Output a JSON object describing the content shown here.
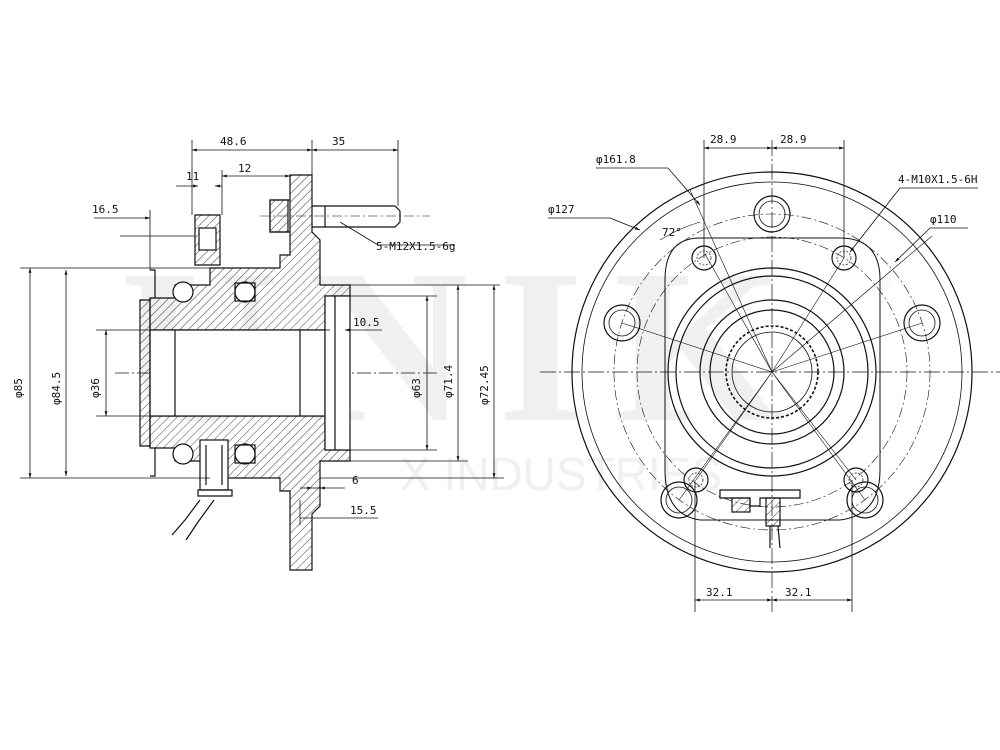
{
  "watermark": {
    "brand": "UNIK",
    "subtitle": "X INDUSTRIES",
    "registered": "®"
  },
  "side_view": {
    "dims": {
      "d48_6": "48.6",
      "d35": "35",
      "d12": "12",
      "d11": "11",
      "d16_5": "16.5",
      "stud": "5-M12X1.5-6g",
      "d10_5": "10.5",
      "phi85": "φ85",
      "phi84_5": "φ84.5",
      "phi36": "φ36",
      "phi63": "φ63",
      "phi71_4": "φ71.4",
      "phi72_45": "φ72.45",
      "d6": "6",
      "d15_5": "15.5"
    }
  },
  "front_view": {
    "dims": {
      "d28_9a": "28.9",
      "d28_9b": "28.9",
      "phi161_8": "φ161.8",
      "thread": "4-M10X1.5-6H",
      "phi127": "φ127",
      "phi110": "φ110",
      "angle": "72°",
      "d32_1a": "32.1",
      "d32_1b": "32.1"
    }
  },
  "colors": {
    "line": "#111111",
    "watermark": "#f0f0f0"
  }
}
